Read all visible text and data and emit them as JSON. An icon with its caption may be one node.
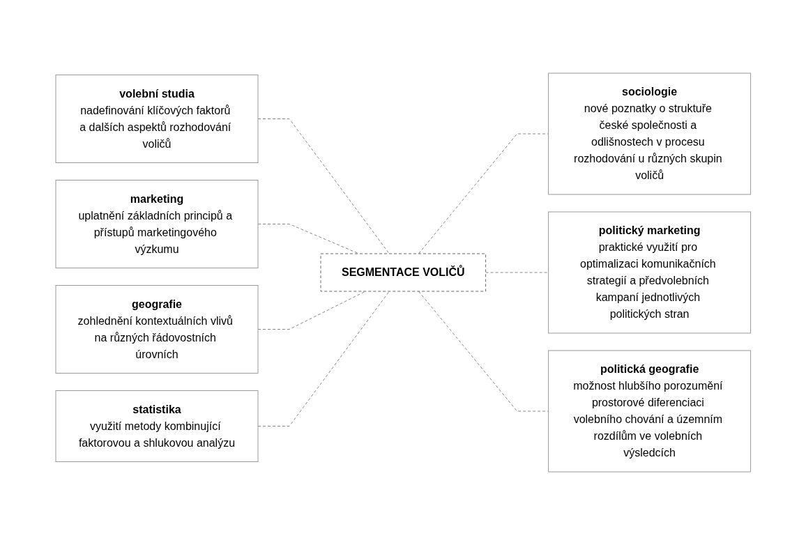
{
  "diagram": {
    "nodes": [
      {
        "text": [
          "SEGMENTACE VOLIČŮ"
        ]
      },
      {
        "text": [
          "volební studia",
          "nadefinování klíčových faktorů a dalších aspektů rozhodování voličů"
        ]
      },
      {
        "text": [
          "marketing",
          "uplatnění základních principů a přístupů marketingového výzkumu"
        ]
      },
      {
        "text": [
          "geografie",
          "zohlednění kontextuálních vlivů na různých řádovostních úrovních"
        ]
      },
      {
        "text": [
          "statistika",
          "využití metody kombinující faktorovou a shlukovou analýzu"
        ]
      },
      {
        "text": [
          "sociologie",
          "nové poznatky o struktuře české společnosti a odlišnostech v procesu rozhodování u různých skupin voličů"
        ]
      },
      {
        "text": [
          "politický marketing",
          "praktické využití pro optimalizaci komunikačních strategií a předvolebních kampaní jednotlivých politických stran"
        ]
      },
      {
        "text": [
          "politická geografie",
          "možnost hlubšího porozumění prostorové diferenciaci volebního chování a územním rozdílům ve volebních výsledcích"
        ]
      }
    ],
    "edges": [
      {
        "from": 1,
        "to": 0,
        "arrow": "none",
        "style": "dashed"
      },
      {
        "from": 2,
        "to": 0,
        "arrow": "none",
        "style": "dashed"
      },
      {
        "from": 3,
        "to": 0,
        "arrow": "none",
        "style": "dashed"
      },
      {
        "from": 4,
        "to": 0,
        "arrow": "none",
        "style": "dashed"
      },
      {
        "from": 0,
        "to": 5,
        "arrow": "none",
        "style": "dashed"
      },
      {
        "from": 0,
        "to": 6,
        "arrow": "none",
        "style": "dashed"
      },
      {
        "from": 0,
        "to": 7,
        "arrow": "none",
        "style": "dashed"
      }
    ]
  }
}
